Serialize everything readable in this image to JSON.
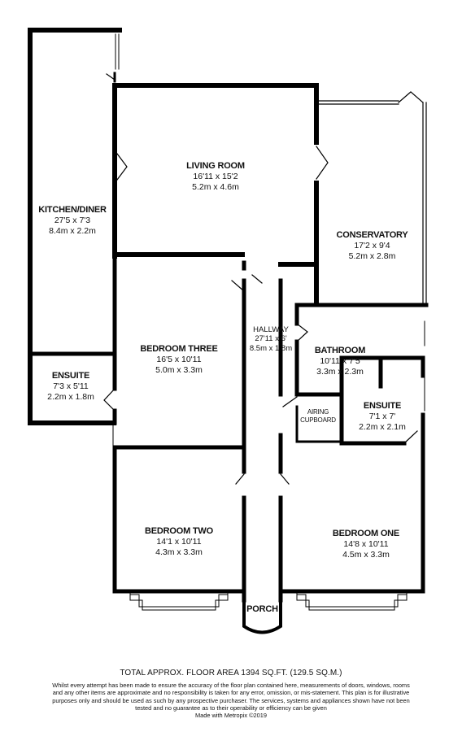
{
  "rooms": {
    "kitchen": {
      "name": "KITCHEN/DINER",
      "dim_imperial": "27'5 x 7'3",
      "dim_metric": "8.4m x 2.2m"
    },
    "living": {
      "name": "LIVING ROOM",
      "dim_imperial": "16'11 x 15'2",
      "dim_metric": "5.2m x 4.6m"
    },
    "conservatory": {
      "name": "CONSERVATORY",
      "dim_imperial": "17'2 x 9'4",
      "dim_metric": "5.2m x 2.8m"
    },
    "hallway": {
      "name": "HALLWAY",
      "dim_imperial": "27'11 x 6'",
      "dim_metric": "8.5m x 1.8m"
    },
    "bedroom_three": {
      "name": "BEDROOM THREE",
      "dim_imperial": "16'5 x 10'11",
      "dim_metric": "5.0m x 3.3m"
    },
    "ensuite_left": {
      "name": "ENSUITE",
      "dim_imperial": "7'3 x 5'11",
      "dim_metric": "2.2m x 1.8m"
    },
    "bathroom": {
      "name": "BATHROOM",
      "dim_imperial": "10'11 x 7'5",
      "dim_metric": "3.3m x 2.3m"
    },
    "airing": {
      "name_line1": "AIRING",
      "name_line2": "CUPBOARD"
    },
    "ensuite_right": {
      "name": "ENSUITE",
      "dim_imperial": "7'1 x 7'",
      "dim_metric": "2.2m x 2.1m"
    },
    "bedroom_two": {
      "name": "BEDROOM TWO",
      "dim_imperial": "14'1 x 10'11",
      "dim_metric": "4.3m x 3.3m"
    },
    "bedroom_one": {
      "name": "BEDROOM ONE",
      "dim_imperial": "14'8 x 10'11",
      "dim_metric": "4.5m x 3.3m"
    },
    "porch": {
      "name": "PORCH"
    }
  },
  "footer": {
    "total_area": "TOTAL APPROX. FLOOR AREA 1394 SQ.FT. (129.5 SQ.M.)",
    "disclaimer": "Whilst every attempt has been made to ensure the accuracy of the floor plan contained here, measurements of doors, windows, rooms and any other items are approximate and no responsibility is taken for any error, omission, or mis-statement. This plan is for illustrative purposes only and should be used as such by any prospective purchaser. The services, systems and appliances shown have not been tested and no guarantee as to their operability or efficiency can be given",
    "credit": "Made with Metropix ©2019"
  }
}
